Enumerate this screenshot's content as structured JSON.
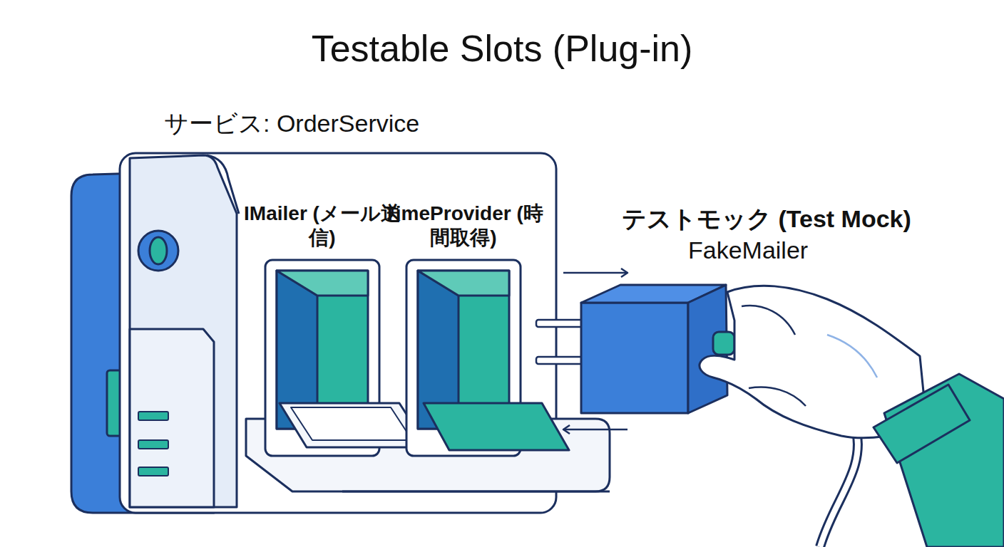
{
  "diagram": {
    "title": "Testable Slots (Plug-in)",
    "nodes": [
      {
        "text": [
          "サービス: OrderService"
        ]
      },
      {
        "text": [
          "IMailer (メール送信)"
        ],
        "in": 0
      },
      {
        "text": [
          "TimeProvider (時間取得)"
        ],
        "in": 0
      },
      {
        "text": [
          "テストモック (Test Mock)",
          "FakeMailer"
        ]
      }
    ],
    "edges": [
      {
        "from": 0,
        "to": 3,
        "arrow": "to"
      },
      {
        "from": 3,
        "to": 0,
        "arrow": "to"
      }
    ]
  }
}
